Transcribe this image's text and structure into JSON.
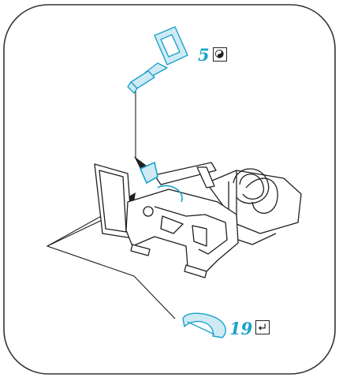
{
  "colors": {
    "frame": "#333333",
    "line": "#1f1f1f",
    "accent_fill": "#cfeaf5",
    "accent_stroke": "#1aa3c8",
    "callout_text": "#1aa3c8"
  },
  "callouts": [
    {
      "id": "top-part",
      "number": "5",
      "icon": "yin-yang-icon",
      "part": "key-shaped-connector"
    },
    {
      "id": "bottom-part",
      "number": "19",
      "icon": "return-arrow-icon",
      "part": "curved-clip"
    }
  ]
}
